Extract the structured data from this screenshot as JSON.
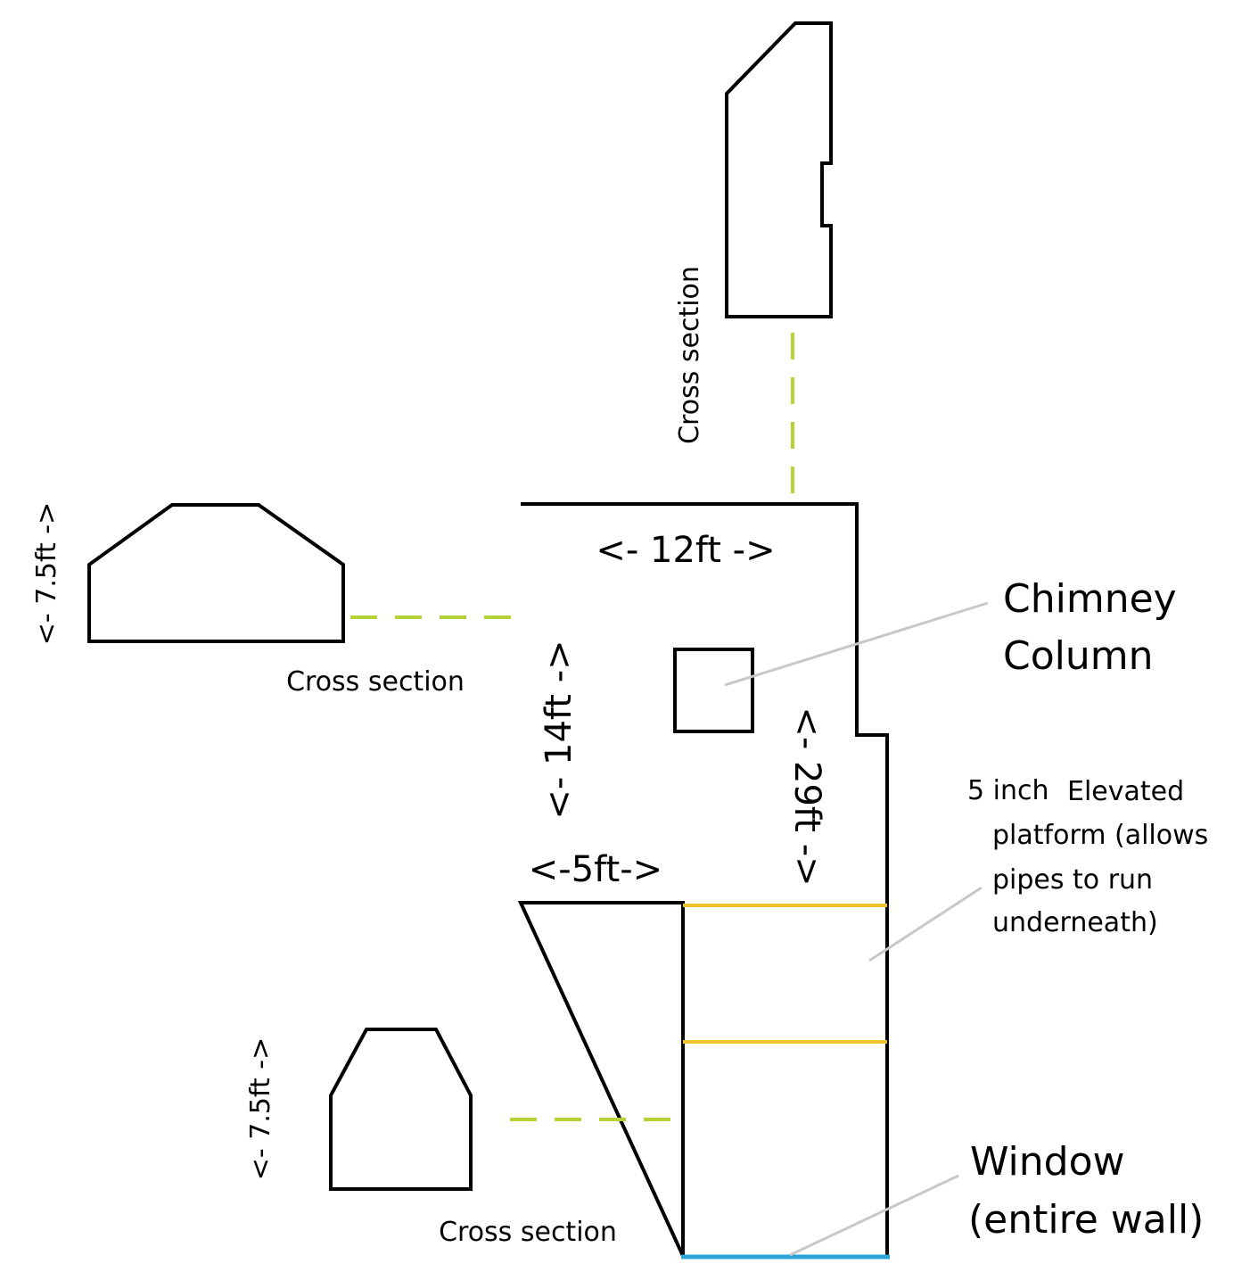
{
  "dimensions": {
    "top_width": "<- 12ft ->",
    "left_height": "<- 14ft ->",
    "bottom_notch": "<-5ft->",
    "right_length": "<- 29ft ->",
    "left_cross_height": "<- 7.5ft ->",
    "bottom_cross_height": "<- 7.5ft ->"
  },
  "labels": {
    "chimney_line1": "Chimney",
    "chimney_line2": "Column",
    "platform_line1a": "5 inch",
    "platform_line1b": "Elevated",
    "platform_line2": "platform (allows",
    "platform_line3": "pipes to run",
    "platform_line4": "underneath)",
    "window_line1": "Window",
    "window_line2": "(entire wall)",
    "cross_section_top": "Cross section",
    "cross_section_left": "Cross section",
    "cross_section_bottom": "Cross section"
  },
  "colors": {
    "outline": "#000000",
    "cross_section_link": "#b5d334",
    "platform_edge": "#f2c12e",
    "window": "#2aa3d8",
    "leader": "#c8c8c8"
  }
}
